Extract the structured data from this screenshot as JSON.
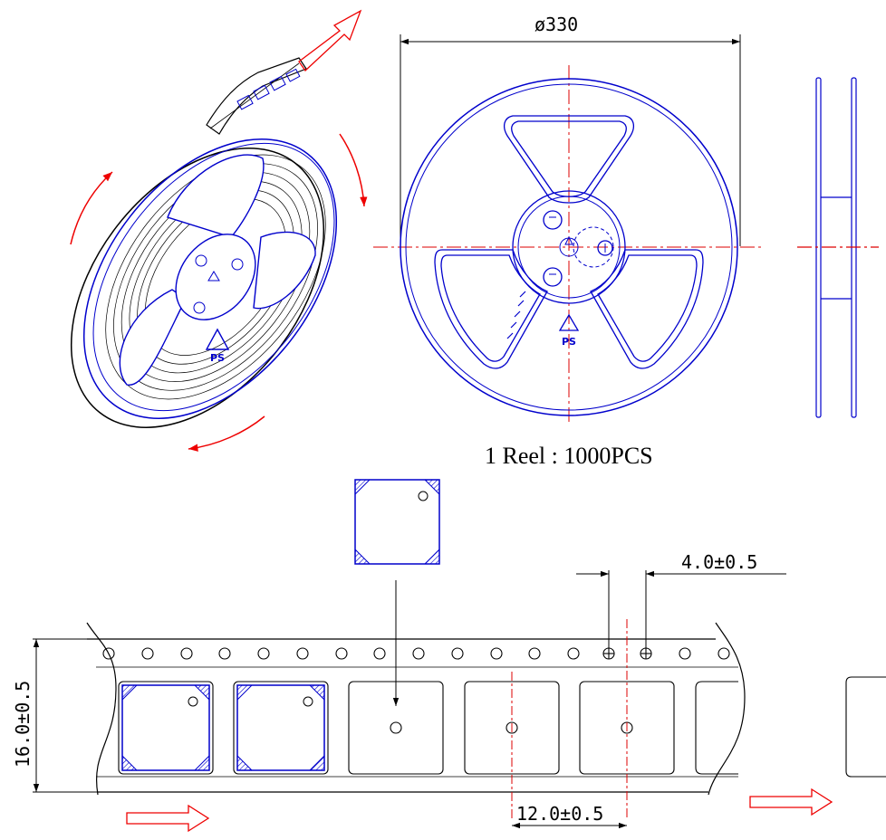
{
  "dimensions": {
    "reel_diameter": "ø330",
    "tape_width": "16.0±0.5",
    "sprocket_pitch": "4.0±0.5",
    "pocket_pitch": "12.0±0.5"
  },
  "reel": {
    "caption": "1 Reel : 1000PCS",
    "material_mark": "PS"
  },
  "tape": {
    "sprocket_hole_count": 17,
    "pocket_count": 6,
    "loaded_pockets": 2
  },
  "colors": {
    "outline": "#0000cc",
    "dimension": "#000000",
    "arrow": "#ee0000",
    "centerline": "#dd0000"
  },
  "icons": [
    "recycle-ps-icon",
    "feed-direction-arrow-icon",
    "rotation-arrow-icon"
  ]
}
